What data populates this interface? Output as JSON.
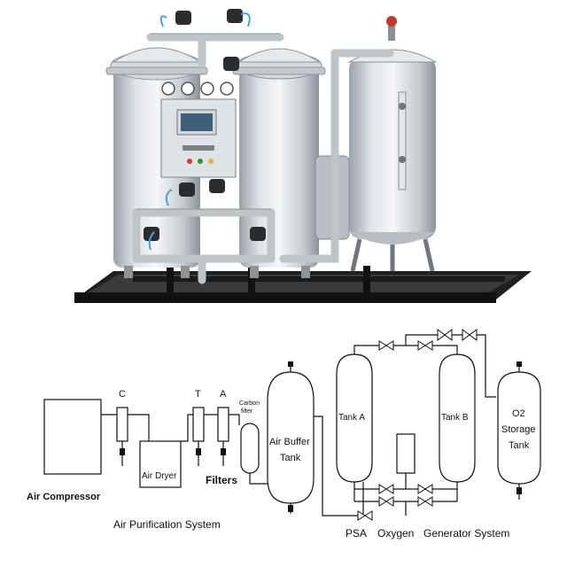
{
  "labels": {
    "air_compressor": "Air Compressor",
    "c": "C",
    "t": "T",
    "a": "A",
    "air_dryer": "Air Dryer",
    "carbon_filter_line1": "Carbon",
    "carbon_filter_line2": "filter",
    "filters": "Filters",
    "air_buffer_line1": "Air Buffer",
    "air_buffer_line2": "Tank",
    "tank_a": "Tank A",
    "tank_b": "Tank B",
    "o2_line1": "O2",
    "o2_line2": "Storage",
    "o2_line3": "Tank",
    "air_purification_system": "Air Purification System",
    "psa": "PSA",
    "oxygen": "Oxygen",
    "generator_system": "Generator System"
  },
  "colors": {
    "line": "#111111",
    "steel_light": "#e9ecef",
    "steel_mid": "#c3c8ce",
    "steel_dark": "#8f969e",
    "frame": "#1c1c1c",
    "panel_screen": "#cfd8e0"
  },
  "icons": [
    "valve-icon",
    "pressure-gauge-icon",
    "solenoid-valve-icon",
    "control-panel-icon"
  ]
}
